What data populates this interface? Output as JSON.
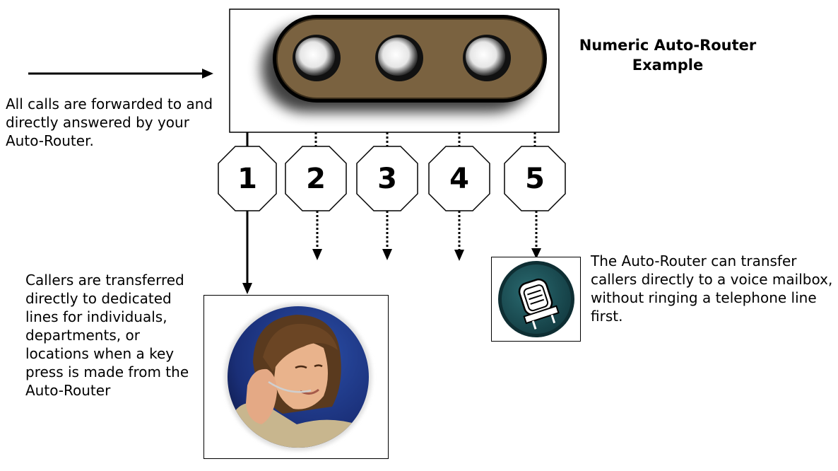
{
  "title": "Numeric Auto-Router Example",
  "keys": [
    "1",
    "2",
    "3",
    "4",
    "5"
  ],
  "left_caption": "All calls are forwarded to and directly answered by your Auto-Router.",
  "callers_caption": "Callers are transferred directly to dedicated lines for individuals, departments, or locations when a key press is made from the Auto-Router",
  "mailbox_caption": "The Auto-Router can transfer callers directly to a voice mailbox, without ringing a telephone line first.",
  "icons": {
    "device": "auto-router-device-icon",
    "operator": "headset-operator-photo",
    "mailbox": "voice-mailbox-icon"
  },
  "colors": {
    "device_body": "#7a6240",
    "mailbox_circle": "#1d4a50",
    "photo_background": "#1f3a8c"
  }
}
